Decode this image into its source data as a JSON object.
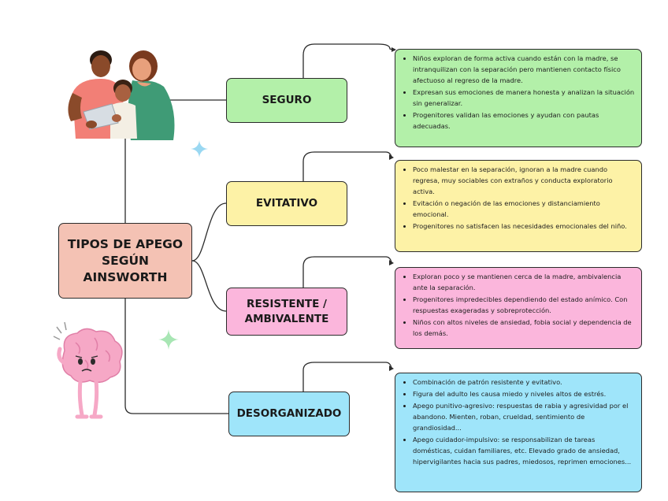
{
  "main_node": {
    "line1": "TIPOS DE APEGO",
    "line2": "SEGÚN",
    "line3": "AINSWORTH"
  },
  "categories": [
    {
      "id": "seguro",
      "label_line1": "SEGURO",
      "label_line2": "",
      "color": "#b3f0a9",
      "items": [
        "Niños exploran de forma activa cuando están con la madre, se intranquilizan con la separación pero mantienen contacto físico afectuoso al regreso de la madre.",
        "Expresan sus emociones de manera honesta y analizan la situación sin generalizar.",
        "Progenitores validan las emociones y ayudan con pautas adecuadas."
      ]
    },
    {
      "id": "evitativo",
      "label_line1": "EVITATIVO",
      "label_line2": "",
      "color": "#fdf2a6",
      "items": [
        "Poco malestar en la separación, ignoran a la madre cuando regresa, muy sociables con extraños y conducta exploratorio activa.",
        "Evitación o negación de las emociones y distanciamiento emocional.",
        "Progenitores no satisfacen las necesidades emocionales del niño."
      ]
    },
    {
      "id": "resistente",
      "label_line1": "RESISTENTE /",
      "label_line2": "AMBIVALENTE",
      "color": "#fbb6dc",
      "items": [
        "Exploran poco y se mantienen cerca de la madre, ambivalencia ante la separación.",
        "Progenitores impredecibles dependiendo del estado anímico. Con respuestas exageradas y sobreprotección.",
        "Niños con altos niveles de ansiedad, fobia social y dependencia de los demás."
      ]
    },
    {
      "id": "desorganizado",
      "label_line1": "DESORGANIZADO",
      "label_line2": "",
      "color": "#9fe5fa",
      "items": [
        "Combinación de patrón resistente y evitativo.",
        "Figura del adulto les causa miedo y niveles altos de estrés.",
        "Apego punitivo-agresivo: respuestas de rabia y agresividad por el abandono. Mienten, roban, crueldad, sentimiento de grandiosidad...",
        "Apego cuidador-impulsivo: se responsabilizan de tareas domésticas, cuidan familiares, etc. Elevado grado de ansiedad, hipervigilantes hacia sus padres, miedosos, reprimen emociones..."
      ]
    }
  ],
  "illustrations": {
    "top": "family-reading-illustration",
    "bottom": "sad-brain-illustration",
    "sparkles": [
      "sparkle-icon-blue",
      "sparkle-icon-green"
    ]
  }
}
